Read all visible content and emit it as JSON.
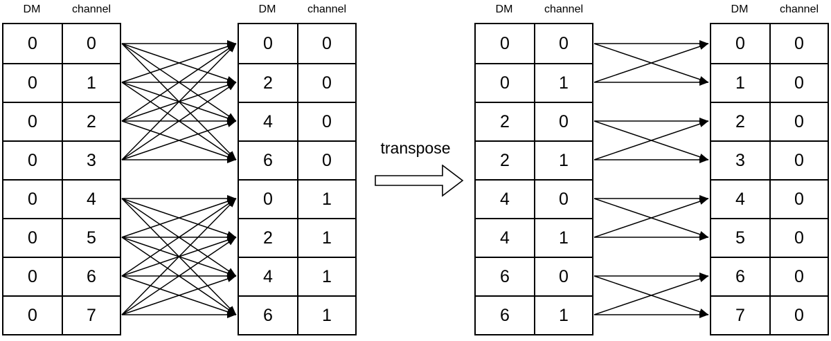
{
  "diagram": {
    "transpose_label": "transpose"
  },
  "colors": {
    "line": "#000000",
    "background": "#ffffff",
    "text": "#000000"
  },
  "tables": [
    {
      "id": "left-source",
      "headers": [
        "DM",
        "channel"
      ],
      "rows": [
        [
          0,
          0
        ],
        [
          0,
          1
        ],
        [
          0,
          2
        ],
        [
          0,
          3
        ],
        [
          0,
          4
        ],
        [
          0,
          5
        ],
        [
          0,
          6
        ],
        [
          0,
          7
        ]
      ]
    },
    {
      "id": "left-result",
      "headers": [
        "DM",
        "channel"
      ],
      "rows": [
        [
          0,
          0
        ],
        [
          2,
          0
        ],
        [
          4,
          0
        ],
        [
          6,
          0
        ],
        [
          0,
          1
        ],
        [
          2,
          1
        ],
        [
          4,
          1
        ],
        [
          6,
          1
        ]
      ]
    },
    {
      "id": "right-source",
      "headers": [
        "DM",
        "channel"
      ],
      "rows": [
        [
          0,
          0
        ],
        [
          0,
          1
        ],
        [
          2,
          0
        ],
        [
          2,
          1
        ],
        [
          4,
          0
        ],
        [
          4,
          1
        ],
        [
          6,
          0
        ],
        [
          6,
          1
        ]
      ]
    },
    {
      "id": "right-result",
      "headers": [
        "DM",
        "channel"
      ],
      "rows": [
        [
          0,
          0
        ],
        [
          1,
          0
        ],
        [
          2,
          0
        ],
        [
          3,
          0
        ],
        [
          4,
          0
        ],
        [
          5,
          0
        ],
        [
          6,
          0
        ],
        [
          7,
          0
        ]
      ]
    }
  ],
  "connections": [
    {
      "from": "left-source",
      "to": "left-result",
      "blocks": [
        {
          "sources": [
            0,
            1,
            2,
            3
          ],
          "targets": [
            0,
            1,
            2,
            3
          ]
        },
        {
          "sources": [
            4,
            5,
            6,
            7
          ],
          "targets": [
            4,
            5,
            6,
            7
          ]
        }
      ]
    },
    {
      "from": "right-source",
      "to": "right-result",
      "blocks": [
        {
          "sources": [
            0,
            1
          ],
          "targets": [
            0,
            1
          ]
        },
        {
          "sources": [
            2,
            3
          ],
          "targets": [
            2,
            3
          ]
        },
        {
          "sources": [
            4,
            5
          ],
          "targets": [
            4,
            5
          ]
        },
        {
          "sources": [
            6,
            7
          ],
          "targets": [
            6,
            7
          ]
        }
      ]
    }
  ]
}
